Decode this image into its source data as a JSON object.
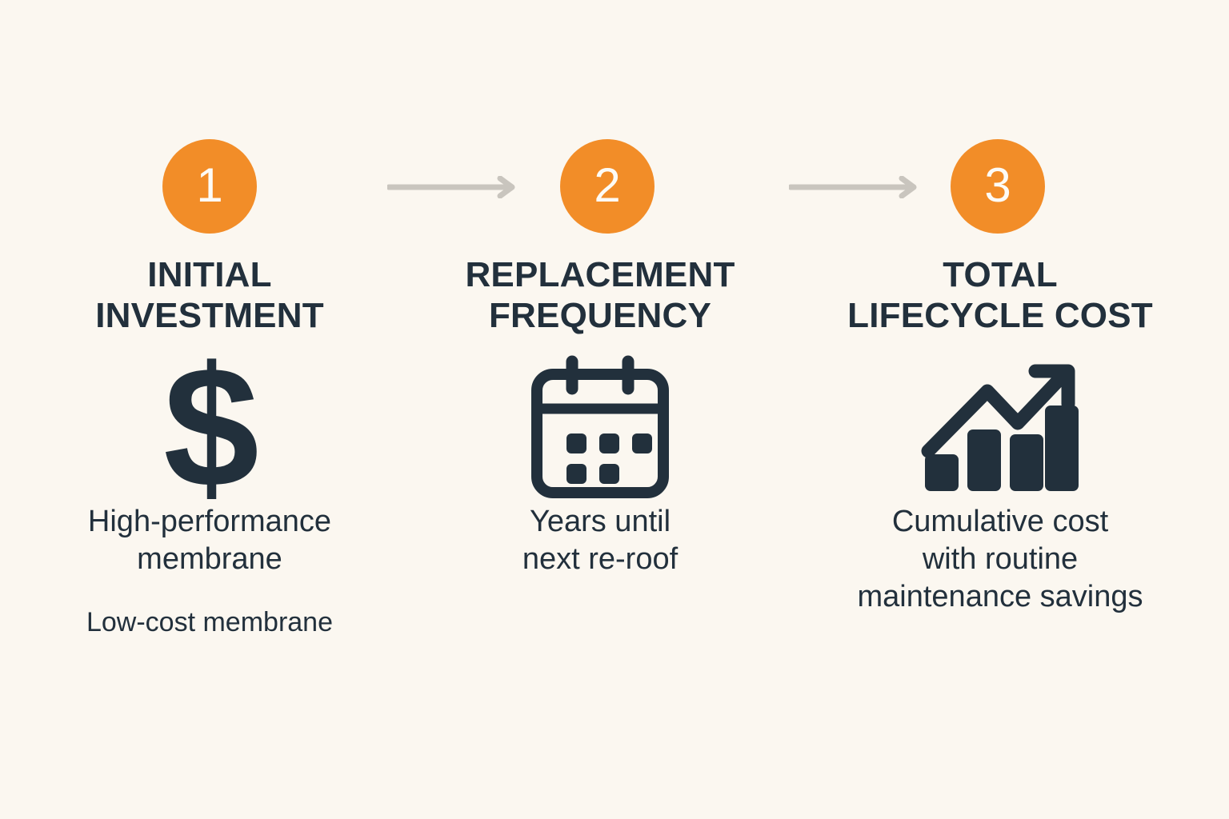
{
  "theme": {
    "background_color": "#FBF7F0",
    "accent_color": "#F28D28",
    "text_color": "#22303C",
    "badge_number_color": "#FDFBF6",
    "arrow_color": "#C9C5BE"
  },
  "steps": [
    {
      "number": "1",
      "title": "INITIAL\nINVESTMENT",
      "icon": "dollar-sign-icon",
      "icon_glyph": "$",
      "body_primary": "High-performance\nmembrane",
      "body_secondary": "Low-cost membrane"
    },
    {
      "number": "2",
      "title": "REPLACEMENT\nFREQUENCY",
      "icon": "calendar-icon",
      "icon_glyph": "",
      "body_primary": "Years until\nnext re-roof",
      "body_secondary": ""
    },
    {
      "number": "3",
      "title": "TOTAL\nLIFECYCLE COST",
      "icon": "growth-bar-chart-icon",
      "icon_glyph": "",
      "body_primary": "Cumulative cost\nwith routine\nmaintenance savings",
      "body_secondary": ""
    }
  ],
  "connectors": [
    {
      "name": "arrow-step1-to-step2"
    },
    {
      "name": "arrow-step2-to-step3"
    }
  ]
}
